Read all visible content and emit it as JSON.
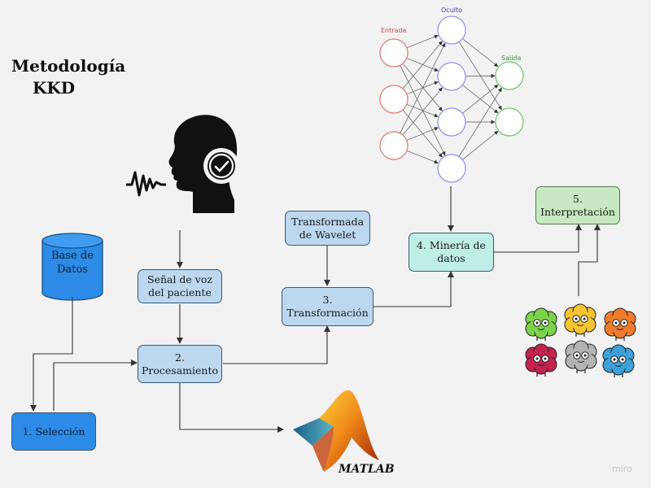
{
  "title": {
    "line1": "Metodología",
    "line2": "KKD"
  },
  "nodes": {
    "base_datos": "Base de Datos",
    "seleccion": "1. Selección",
    "senal": "Señal de voz del paciente",
    "procesamiento": "2. Procesamiento",
    "wavelet": "Transformada de Wavelet",
    "transformacion": "3. Transformación",
    "mineria": "4. Minería de datos",
    "interpretacion": "5. Interpretación"
  },
  "neural_net": {
    "input_label": "Entrada",
    "hidden_label": "Oculto",
    "output_label": "Salida"
  },
  "logos": {
    "matlab": "MATLAB",
    "watermark": "miro"
  },
  "icons": [
    "speaking-person-icon",
    "matlab-logo-icon",
    "brain-characters-icon",
    "database-cylinder-icon"
  ],
  "colors": {
    "light_blue": "#bdd7ee",
    "database_blue": "#2b8be6",
    "teal": "#bfeee6",
    "green": "#c6e9c2",
    "input_nodes": "#e07a6e",
    "hidden_nodes": "#8d8ff0",
    "output_nodes": "#6bc46b"
  }
}
